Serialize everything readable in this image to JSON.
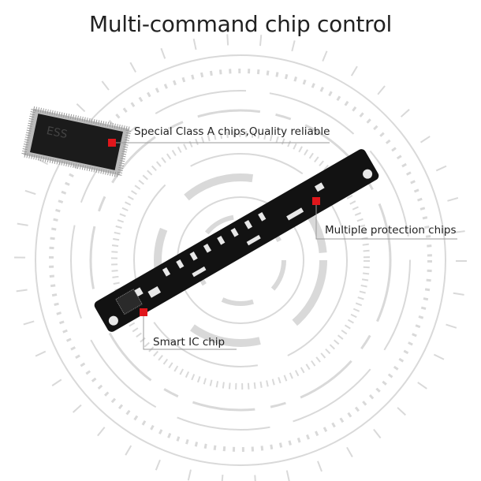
{
  "title": "Multi-command chip control",
  "callouts": {
    "chip": "Special Class A chips,Quality reliable",
    "protection": "Multiple protection chips",
    "smart_ic": "Smart IC chip"
  },
  "colors": {
    "marker": "#e0161b",
    "board": "#111111",
    "rings": "#d4d4d4"
  }
}
